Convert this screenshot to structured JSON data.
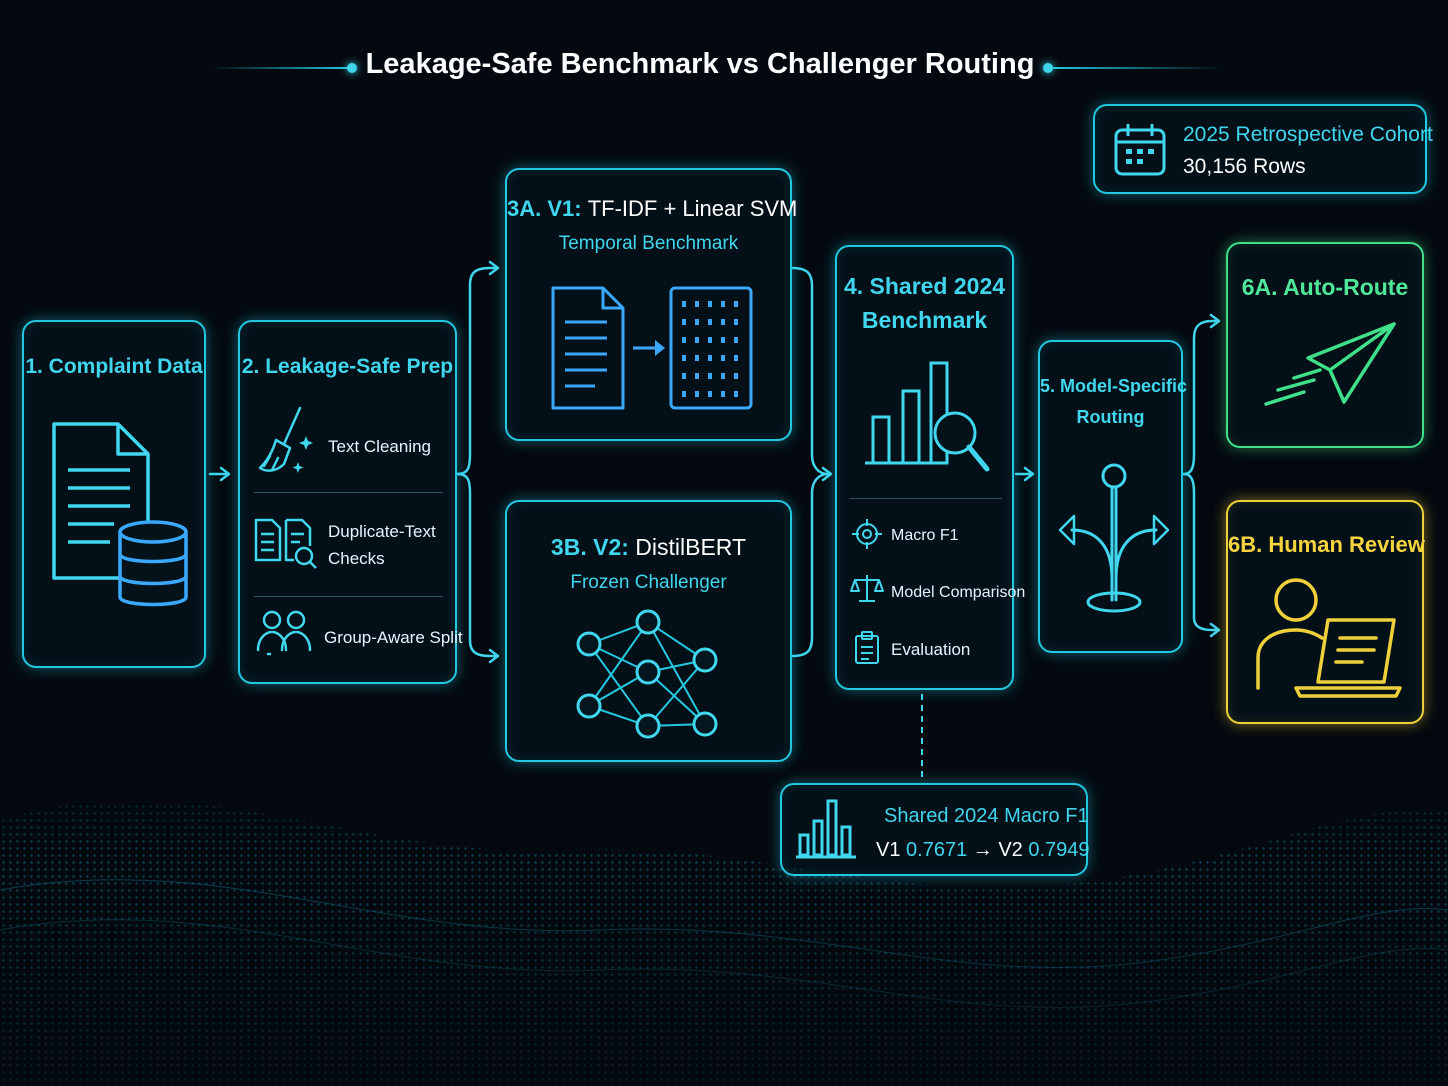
{
  "title": "Leakage-Safe Benchmark vs Challenger Routing",
  "cohort": {
    "line1": "2025 Retrospective Cohort",
    "line2": "30,156 Rows"
  },
  "step1": {
    "title": "1. Complaint Data"
  },
  "step2": {
    "title": "2. Leakage-Safe Prep",
    "items": [
      {
        "label": "Text Cleaning"
      },
      {
        "label_line1": "Duplicate-Text",
        "label_line2": "Checks"
      },
      {
        "label": "Group-Aware Split"
      }
    ]
  },
  "step3a": {
    "prefix": "3A. V1:",
    "model": "TF-IDF + Linear SVM",
    "subtitle": "Temporal Benchmark"
  },
  "step3b": {
    "prefix": "3B. V2:",
    "model": "DistilBERT",
    "subtitle": "Frozen Challenger"
  },
  "step4": {
    "title_line1": "4. Shared 2024",
    "title_line2": "Benchmark",
    "items": [
      "Macro F1",
      "Model Comparison",
      "Evaluation"
    ]
  },
  "step5": {
    "title_line1": "5. Model-Specific",
    "title_line2": "Routing"
  },
  "step6a": {
    "title": "6A. Auto-Route"
  },
  "step6b": {
    "title": "6B. Human Review"
  },
  "metric": {
    "title": "Shared 2024 Macro F1",
    "v1_label": "V1",
    "v1_value": "0.7671",
    "arrow": "→",
    "v2_label": "V2",
    "v2_value": "0.7949"
  },
  "icons": {
    "cohort": "calendar-icon",
    "data": "document-database-icon",
    "cleaning": "broom-icon",
    "duplicate": "document-search-icon",
    "split": "users-group-icon",
    "tfidf": "document-to-matrix-icon",
    "neural": "neural-network-icon",
    "benchmark": "bar-chart-search-icon",
    "target": "target-icon",
    "scale": "scale-icon",
    "clipboard": "clipboard-icon",
    "routing": "split-arrows-icon",
    "auto": "paper-plane-icon",
    "human": "person-laptop-icon",
    "metric": "bar-chart-icon"
  },
  "colors": {
    "cyan": "#22c8e0",
    "blue": "#3aa8ff",
    "green": "#3fe08a",
    "yellow": "#f0d03a",
    "background": "#04090f"
  }
}
